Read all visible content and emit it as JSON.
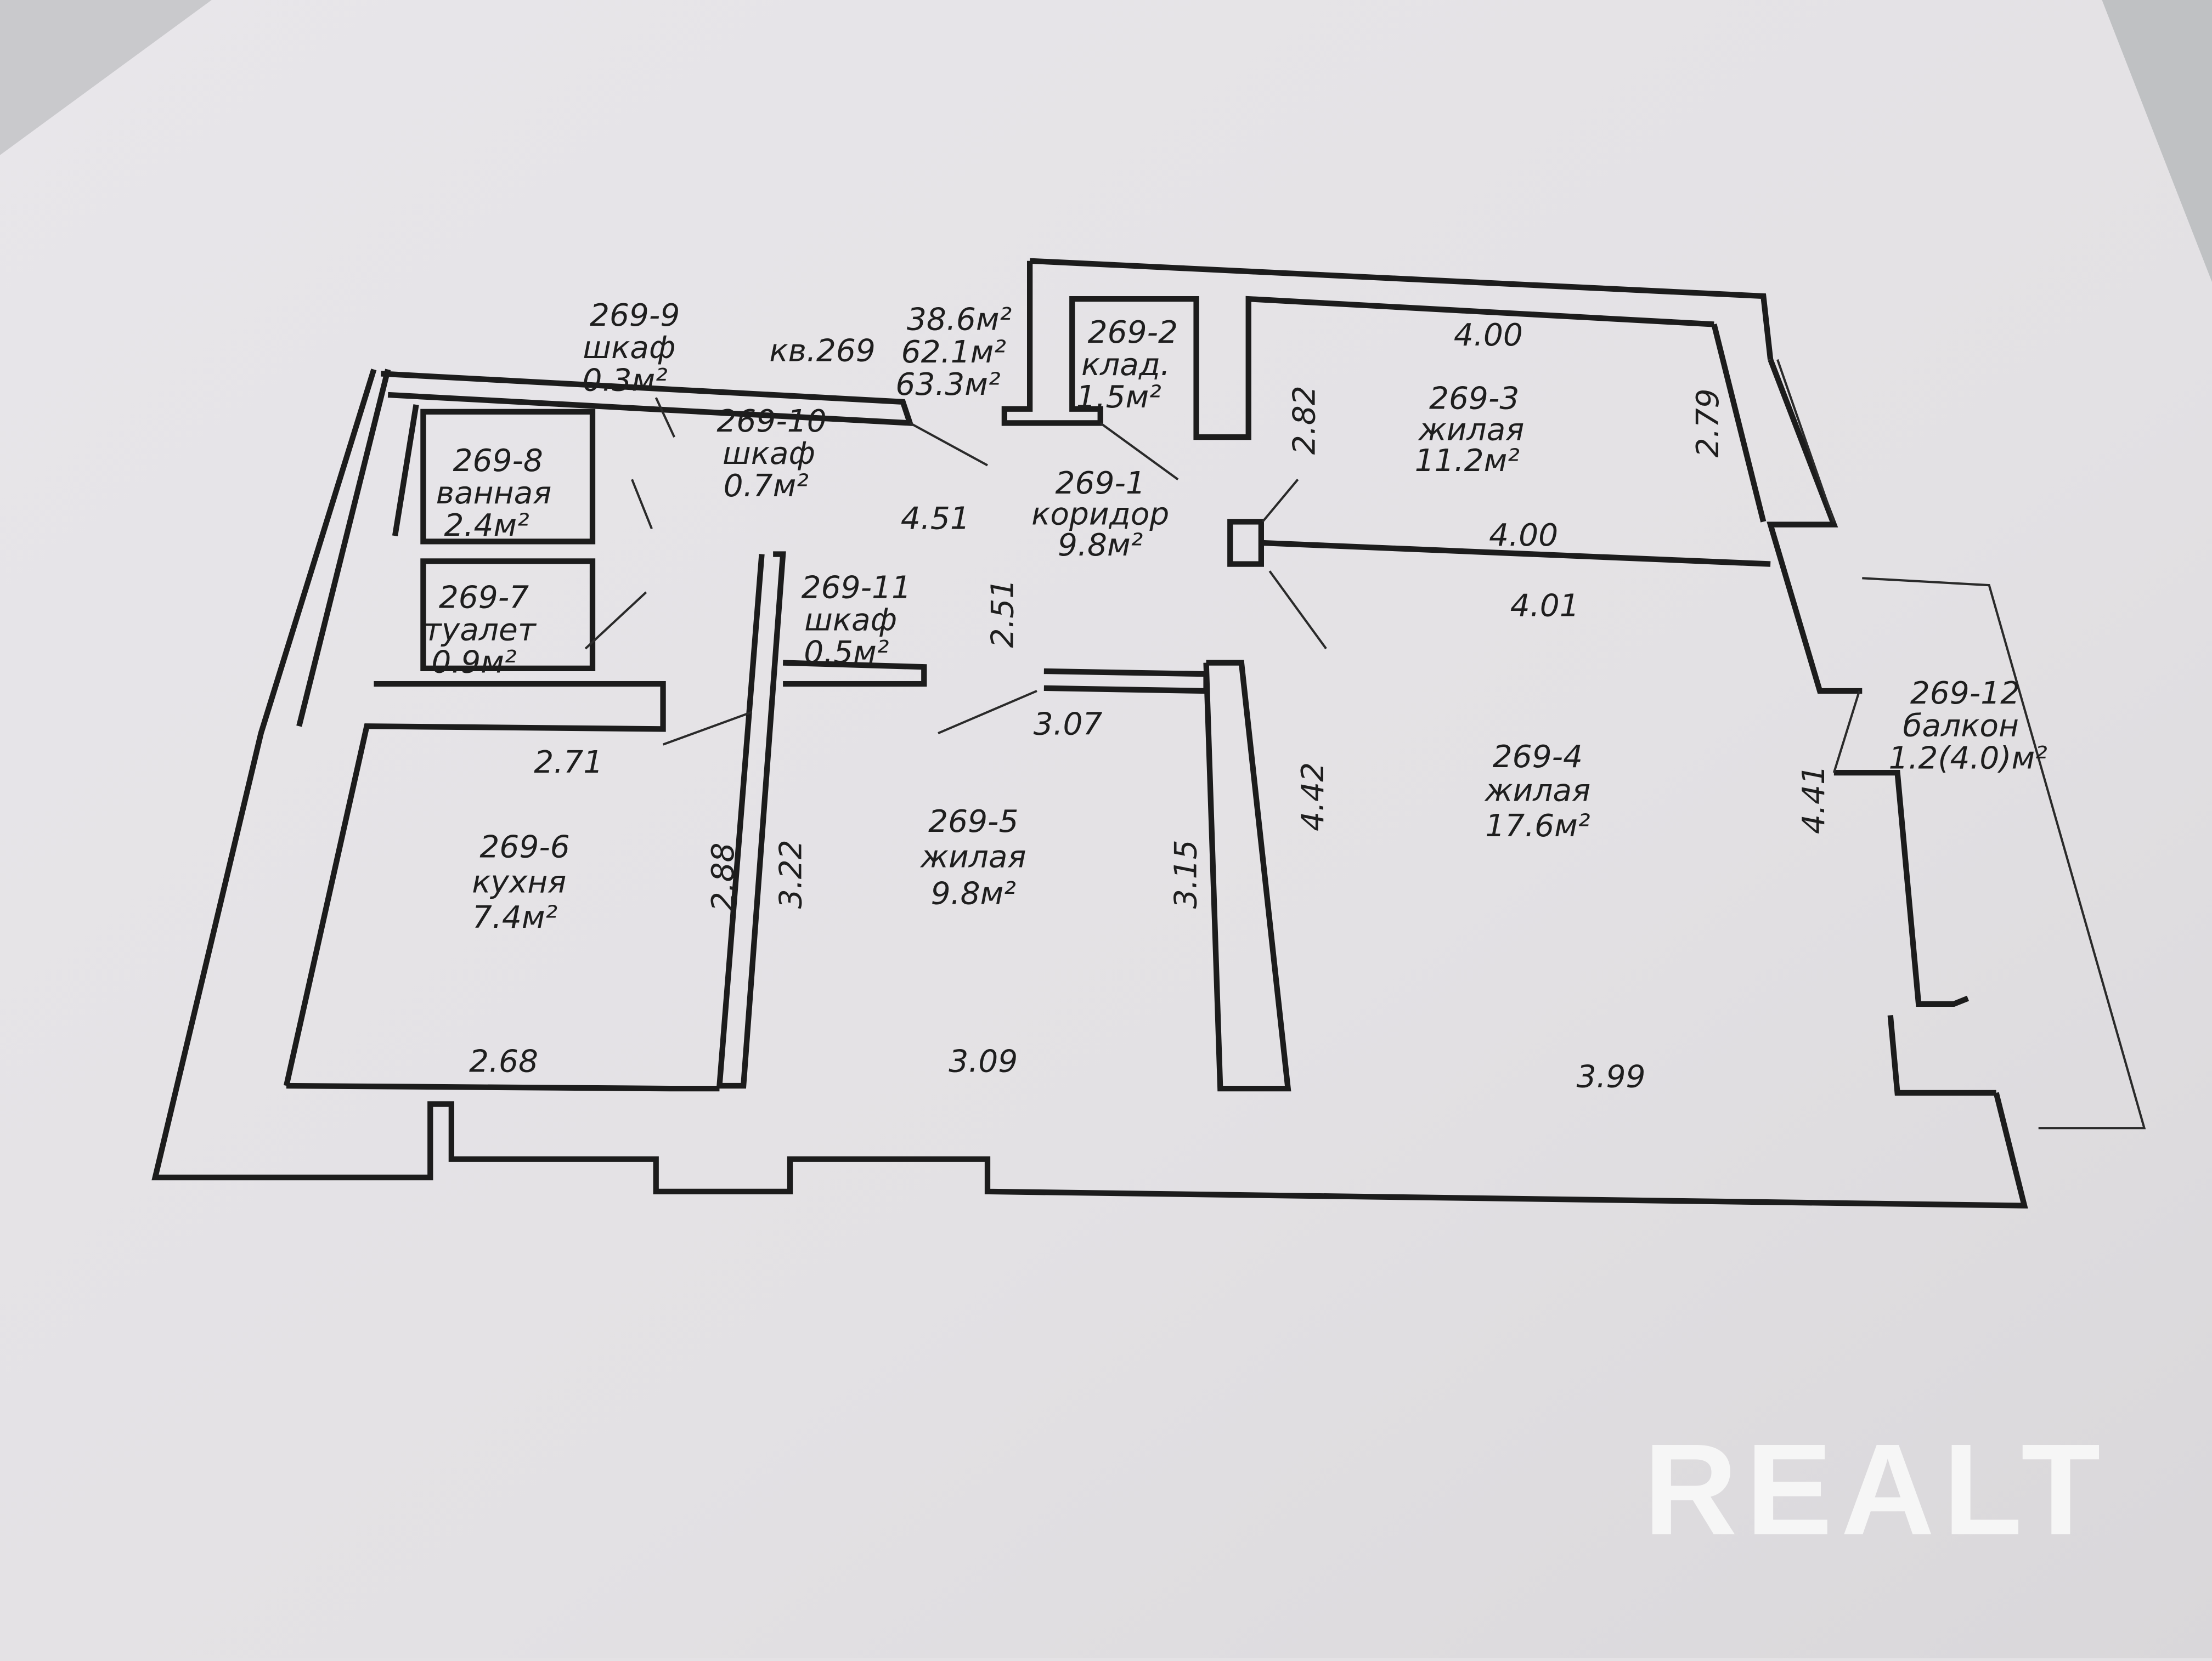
{
  "apartment": {
    "label": "кв.269",
    "living_area": "38.6м²",
    "total_area": "62.1м²",
    "area_with_balcony": "63.3м²"
  },
  "rooms": [
    {
      "id": "269-1",
      "name": "коридор",
      "area": "9.8м²"
    },
    {
      "id": "269-2",
      "name": "клад.",
      "area": "1.5м²"
    },
    {
      "id": "269-3",
      "name": "жилая",
      "area": "11.2м²"
    },
    {
      "id": "269-4",
      "name": "жилая",
      "area": "17.6м²"
    },
    {
      "id": "269-5",
      "name": "жилая",
      "area": "9.8м²"
    },
    {
      "id": "269-6",
      "name": "кухня",
      "area": "7.4м²"
    },
    {
      "id": "269-7",
      "name": "туалет",
      "area": "0.9м²"
    },
    {
      "id": "269-8",
      "name": "ванная",
      "area": "2.4м²"
    },
    {
      "id": "269-9",
      "name": "шкаф",
      "area": "0.3м²"
    },
    {
      "id": "269-10",
      "name": "шкаф",
      "area": "0.7м²"
    },
    {
      "id": "269-11",
      "name": "шкаф",
      "area": "0.5м²"
    },
    {
      "id": "269-12",
      "name": "балкон",
      "area": "1.2(4.0)м²"
    }
  ],
  "dimensions": {
    "r3_top": "4.00",
    "r3_right": "2.79",
    "r3_left": "2.82",
    "r3_bottom": "4.00",
    "corridor": "4.51",
    "corridor_v": "2.51",
    "r4_top": "4.01",
    "r4_left": "4.42",
    "r4_right": "4.41",
    "r4_bottom": "3.99",
    "r5_top": "3.07",
    "r5_left": "3.22",
    "r5_right": "3.15",
    "r5_bottom": "3.09",
    "r6_top": "2.71",
    "r6_right": "2.88",
    "r6_bottom": "2.68"
  },
  "watermark": "REALT"
}
